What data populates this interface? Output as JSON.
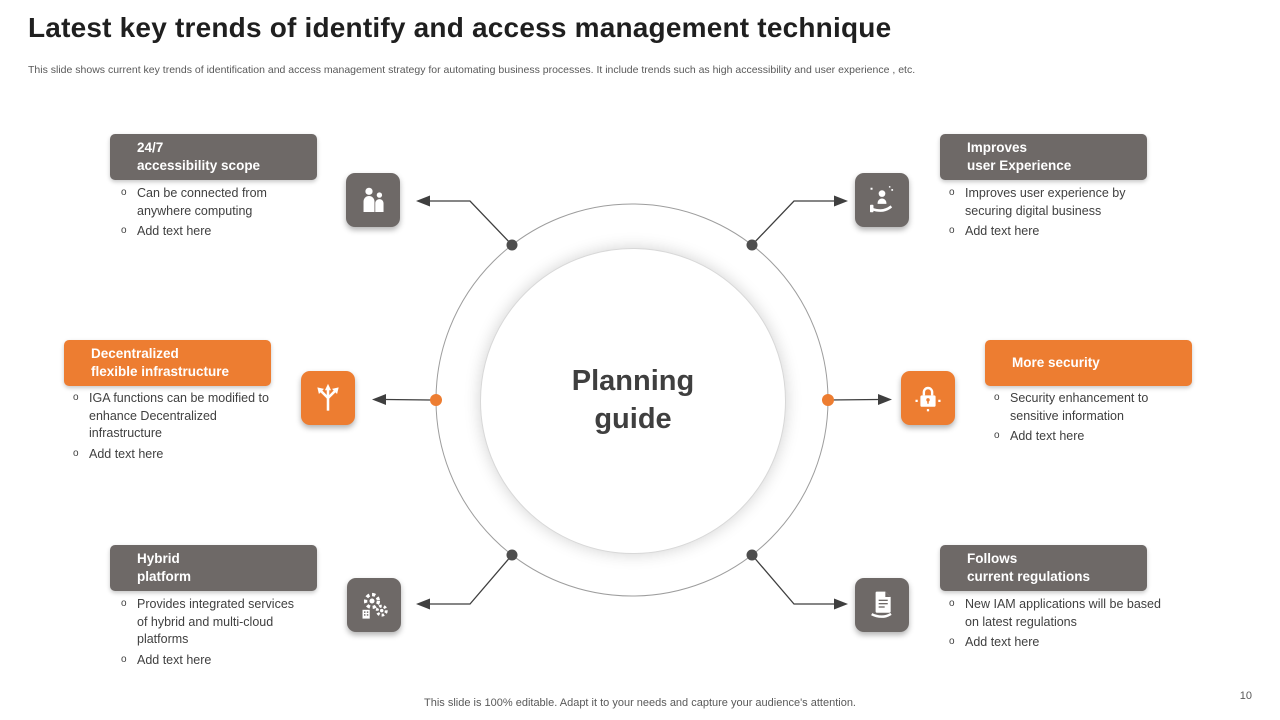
{
  "slide": {
    "title": "Latest key trends of identify and access management technique",
    "subtitle": "This slide shows current key trends of identification and access management strategy for automating business processes. It include trends such as high accessibility and user experience , etc.",
    "footer": "This slide is 100% editable. Adapt it to your needs and capture your audience's attention.",
    "page_number": "10"
  },
  "center": {
    "line1": "Planning",
    "line2": "guide"
  },
  "colors": {
    "orange": "#ED7D31",
    "gray": "#6E6967",
    "text_dark": "#404040",
    "text_gray": "#595959"
  },
  "nodes": [
    {
      "id": "accessibility-scope",
      "badge_line1": "24/7",
      "badge_line2": "accessibility scope",
      "color": "gray",
      "icon": "people-icon",
      "bullets": [
        "Can be connected from anywhere computing",
        "Add text here"
      ]
    },
    {
      "id": "user-experience",
      "badge_line1": "Improves",
      "badge_line2": "user Experience",
      "color": "gray",
      "icon": "hand-user-icon",
      "bullets": [
        "Improves user experience by securing digital business",
        "Add text here"
      ]
    },
    {
      "id": "decentralized-infrastructure",
      "badge_line1": "Decentralized",
      "badge_line2": "flexible infrastructure",
      "color": "orange",
      "icon": "branch-arrows-icon",
      "bullets": [
        "IGA functions can be modified to enhance Decentralized infrastructure",
        "Add text here"
      ]
    },
    {
      "id": "more-security",
      "badge_line1": "More security",
      "badge_line2": "",
      "color": "orange",
      "icon": "lock-icon",
      "bullets": [
        "Security enhancement to sensitive information",
        "Add text here"
      ]
    },
    {
      "id": "hybrid-platform",
      "badge_line1": "Hybrid",
      "badge_line2": "platform",
      "color": "gray",
      "icon": "gears-icon",
      "bullets": [
        "Provides integrated services of hybrid and multi-cloud platforms",
        "Add text here"
      ]
    },
    {
      "id": "current-regulations",
      "badge_line1": "Follows",
      "badge_line2": "current regulations",
      "color": "gray",
      "icon": "document-hand-icon",
      "bullets": [
        "New IAM applications will be based on latest regulations",
        "Add text here"
      ]
    }
  ]
}
